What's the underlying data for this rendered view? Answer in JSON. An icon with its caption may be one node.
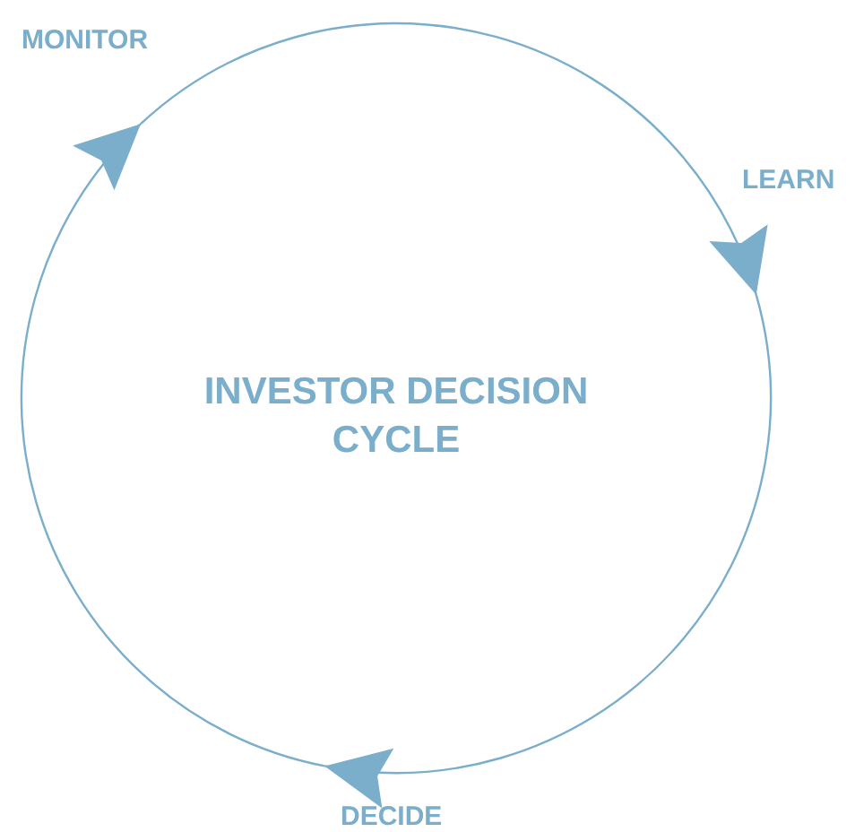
{
  "diagram": {
    "title": "INVESTOR DECISION CYCLE",
    "nodes": [
      {
        "text": [
          "MONITOR"
        ]
      },
      {
        "text": [
          "LEARN"
        ]
      },
      {
        "text": [
          "DECIDE"
        ]
      }
    ],
    "edges": [
      {
        "from": 0,
        "to": 1,
        "arrow": "to"
      },
      {
        "from": 1,
        "to": 2,
        "arrow": "to"
      },
      {
        "from": 2,
        "to": 0,
        "arrow": "to"
      }
    ]
  }
}
